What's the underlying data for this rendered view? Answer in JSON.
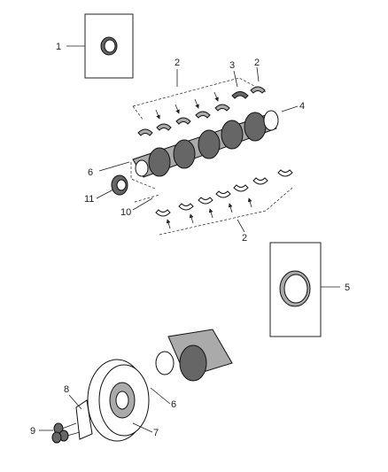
{
  "callouts": {
    "c1": "1",
    "c2_top_a": "2",
    "c2_top_b": "2",
    "c2_bottom": "2",
    "c3": "3",
    "c4": "4",
    "c5": "5",
    "c6_top": "6",
    "c6_bottom": "6",
    "c7": "7",
    "c8": "8",
    "c9": "9",
    "c10": "10",
    "c11": "11"
  }
}
